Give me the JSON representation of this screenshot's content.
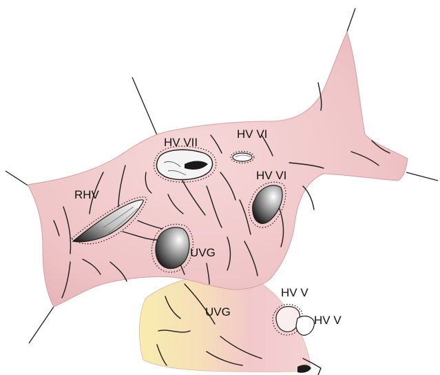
{
  "labels": {
    "hv_vii": "HV VII",
    "hv_vi_upper": "HV VI",
    "hv_vi_lower": "HV VI",
    "rhv": "RHV",
    "uvg_upper": "UVG",
    "uvg_lower": "UVG",
    "hv_v_left": "HV V",
    "hv_v_right": "HV V"
  },
  "colors": {
    "liver": "#efc4c6",
    "liver_edge": "#d49ea2",
    "uvg_pale": "#f7e6a8",
    "uvg_pink": "#f2c9cc",
    "ink": "#1a1a1a"
  }
}
